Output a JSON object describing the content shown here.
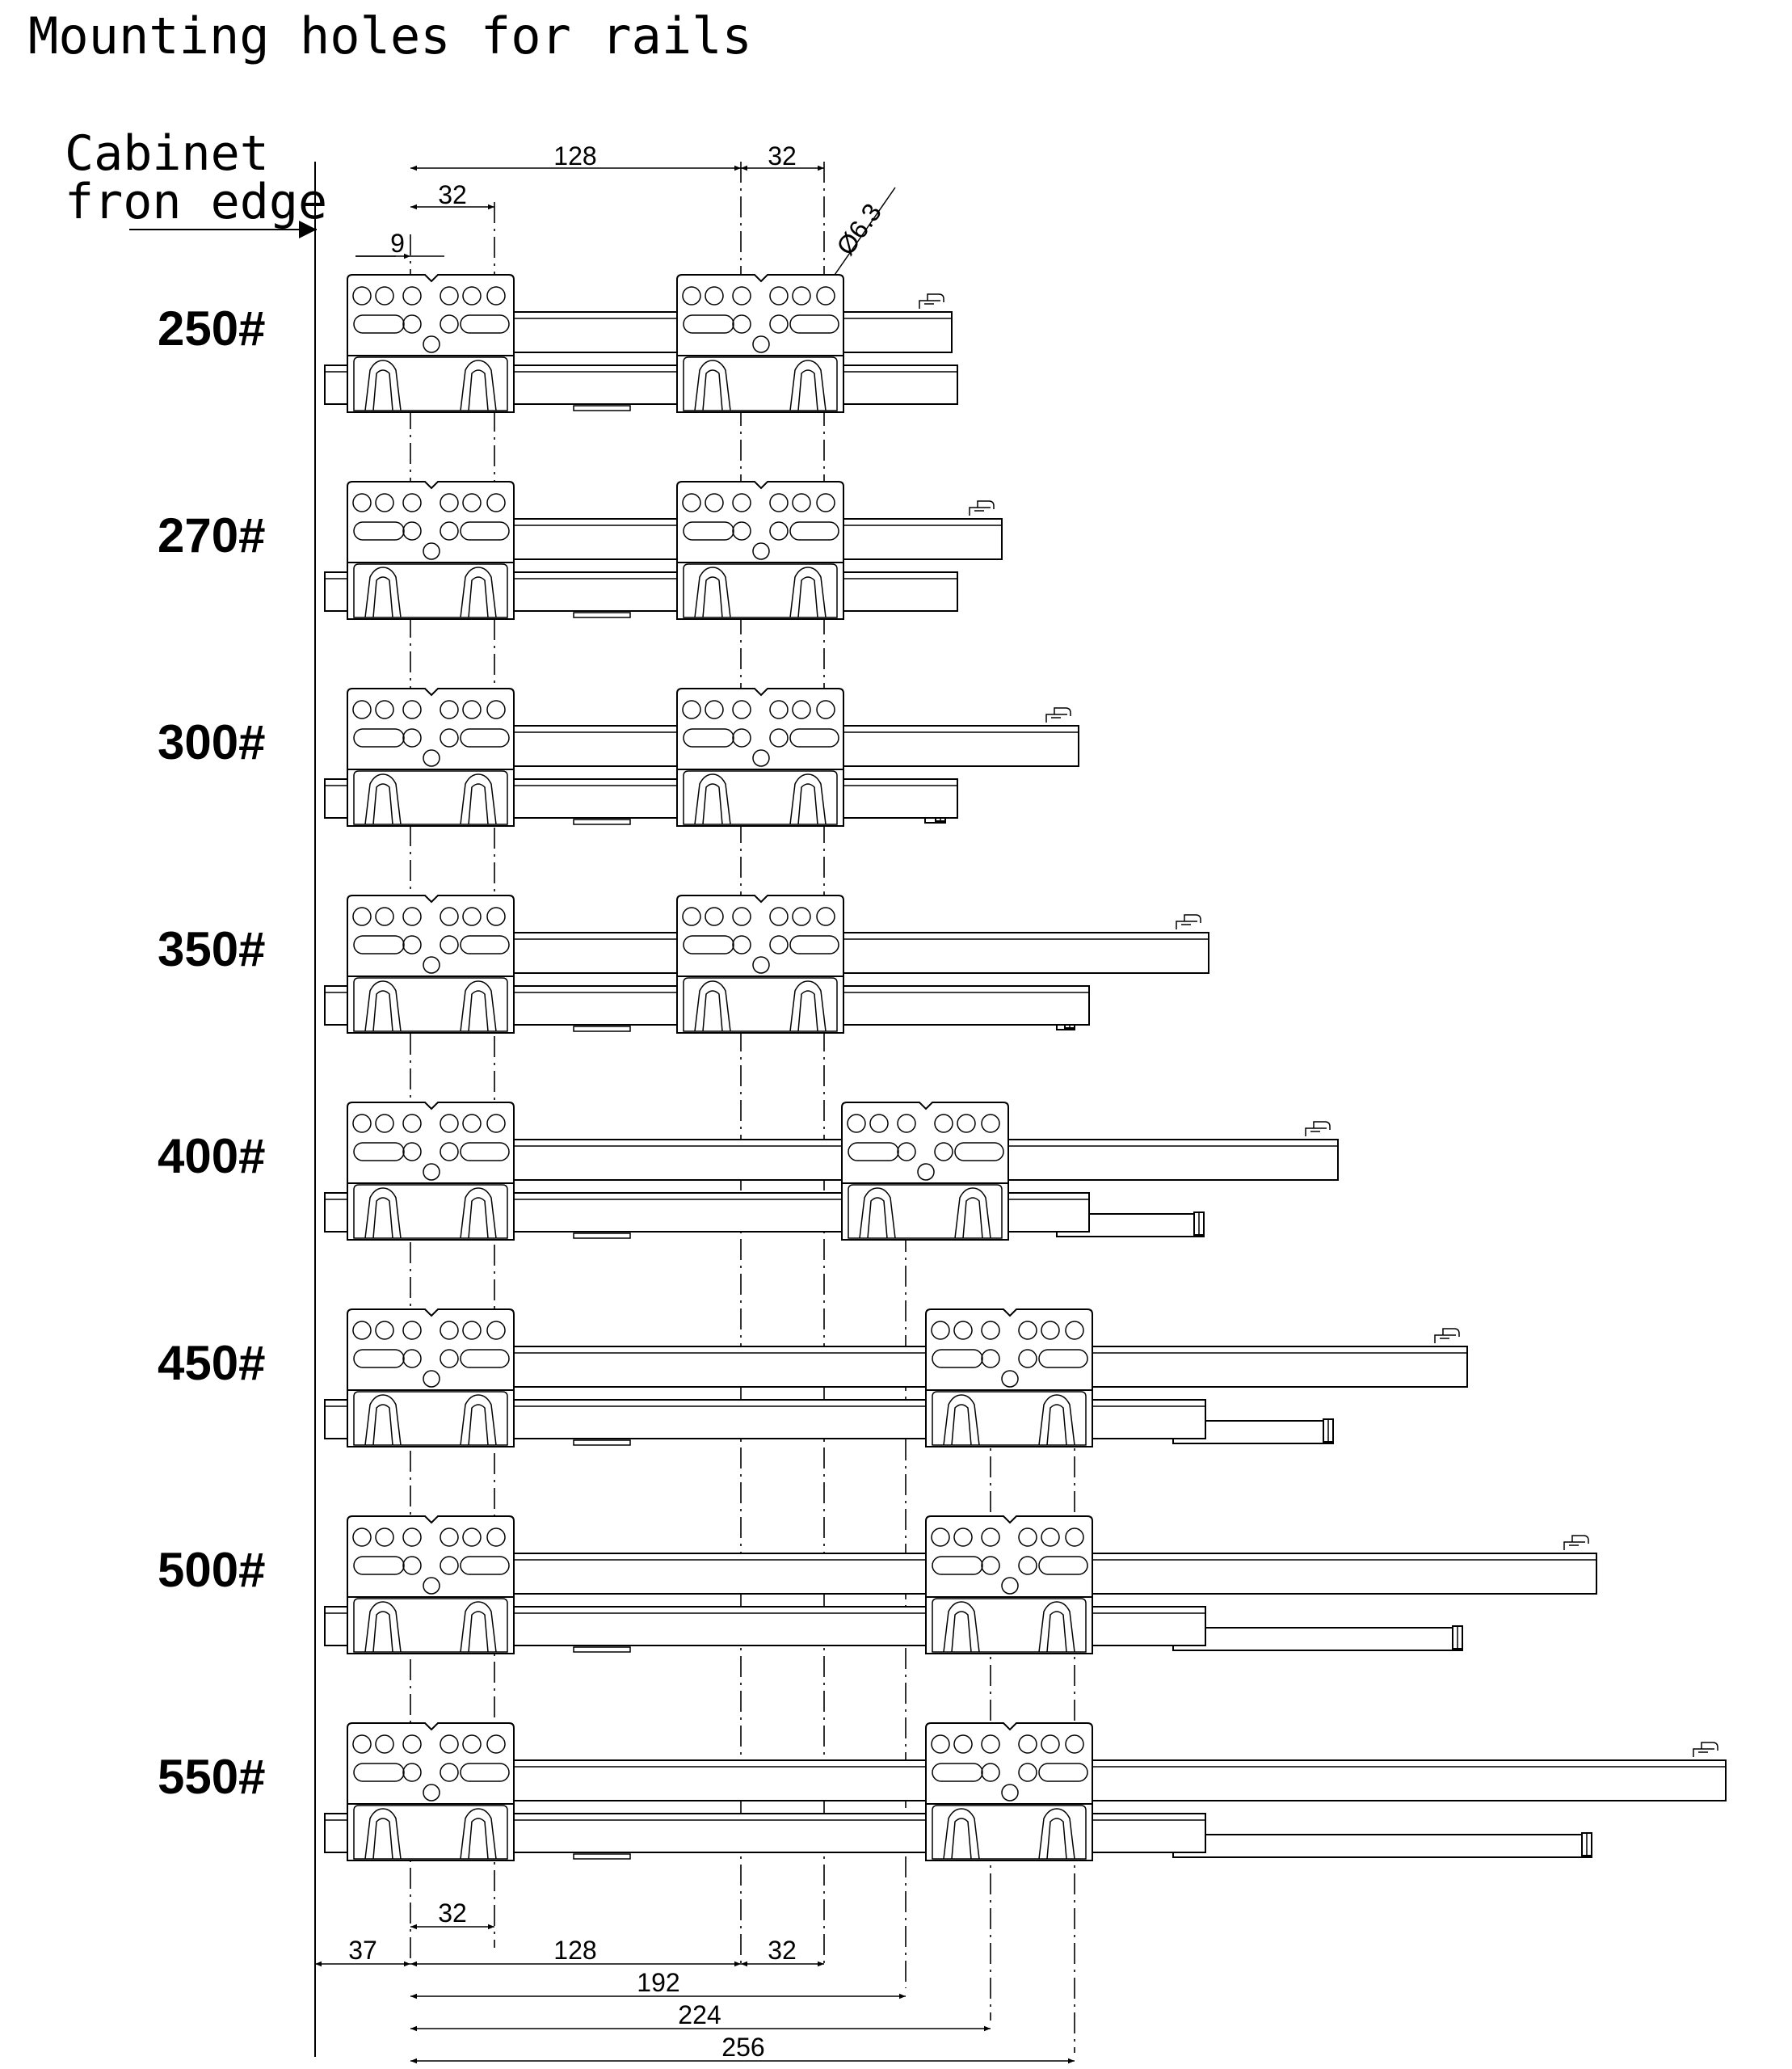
{
  "title": "Mounting holes for rails",
  "cabinet_edge": {
    "line1": "Cabinet",
    "line2": "fron edge"
  },
  "sizes": [
    "250#",
    "270#",
    "300#",
    "350#",
    "400#",
    "450#",
    "500#",
    "550#"
  ],
  "top_dims": {
    "d128": "128",
    "d32_right": "32",
    "d32_left": "32",
    "d9": "9",
    "diameter": "Ø6.3"
  },
  "bottom_dims": {
    "d32": "32",
    "d37": "37",
    "d128": "128",
    "d32_right": "32",
    "d192": "192",
    "d224": "224",
    "d256": "256"
  }
}
